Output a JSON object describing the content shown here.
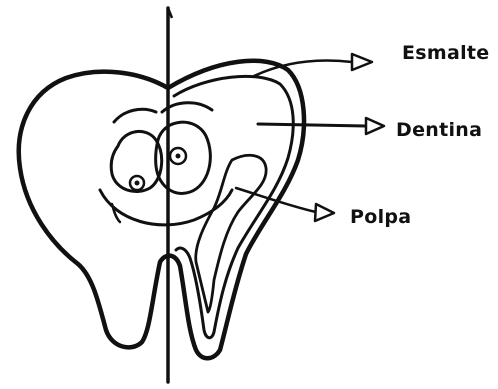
{
  "labels": {
    "enamel": "Esmalte",
    "dentin": "Dentina",
    "pulp": "Polpa"
  },
  "colors": {
    "ink": "#111111",
    "background": "#ffffff"
  }
}
